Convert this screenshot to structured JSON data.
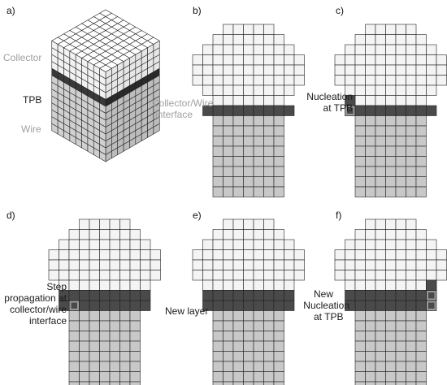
{
  "panels": [
    {
      "letter": "a)"
    },
    {
      "letter": "b)"
    },
    {
      "letter": "c)"
    },
    {
      "letter": "d)"
    },
    {
      "letter": "e)"
    },
    {
      "letter": "f)"
    }
  ],
  "panel_a": {
    "collector_label": "Collector",
    "tpb_label": "TPB",
    "wire_label": "Wire"
  },
  "panel_b": {
    "label_line1": "Collector/Wire",
    "label_line2": "interface"
  },
  "panel_c": {
    "label_line1": "Nucleation",
    "label_line2": "at TPB"
  },
  "panel_d": {
    "label_line1": "Step",
    "label_line2": "propagation at",
    "label_line3": "collector/wire",
    "label_line4": "interface"
  },
  "panel_e": {
    "label_line1": "New layer"
  },
  "panel_f": {
    "label_line1": "New",
    "label_line2": "Nucleation",
    "label_line3": "at TPB"
  },
  "colors": {
    "collector_fill": "#f4f4f4",
    "wire_fill": "#c8c8c8",
    "interface_fill": "#4a4a4a",
    "highlight_stroke": "#9a9a9a",
    "grid_stroke": "#222222",
    "gray_label": "#a0a0a0"
  }
}
